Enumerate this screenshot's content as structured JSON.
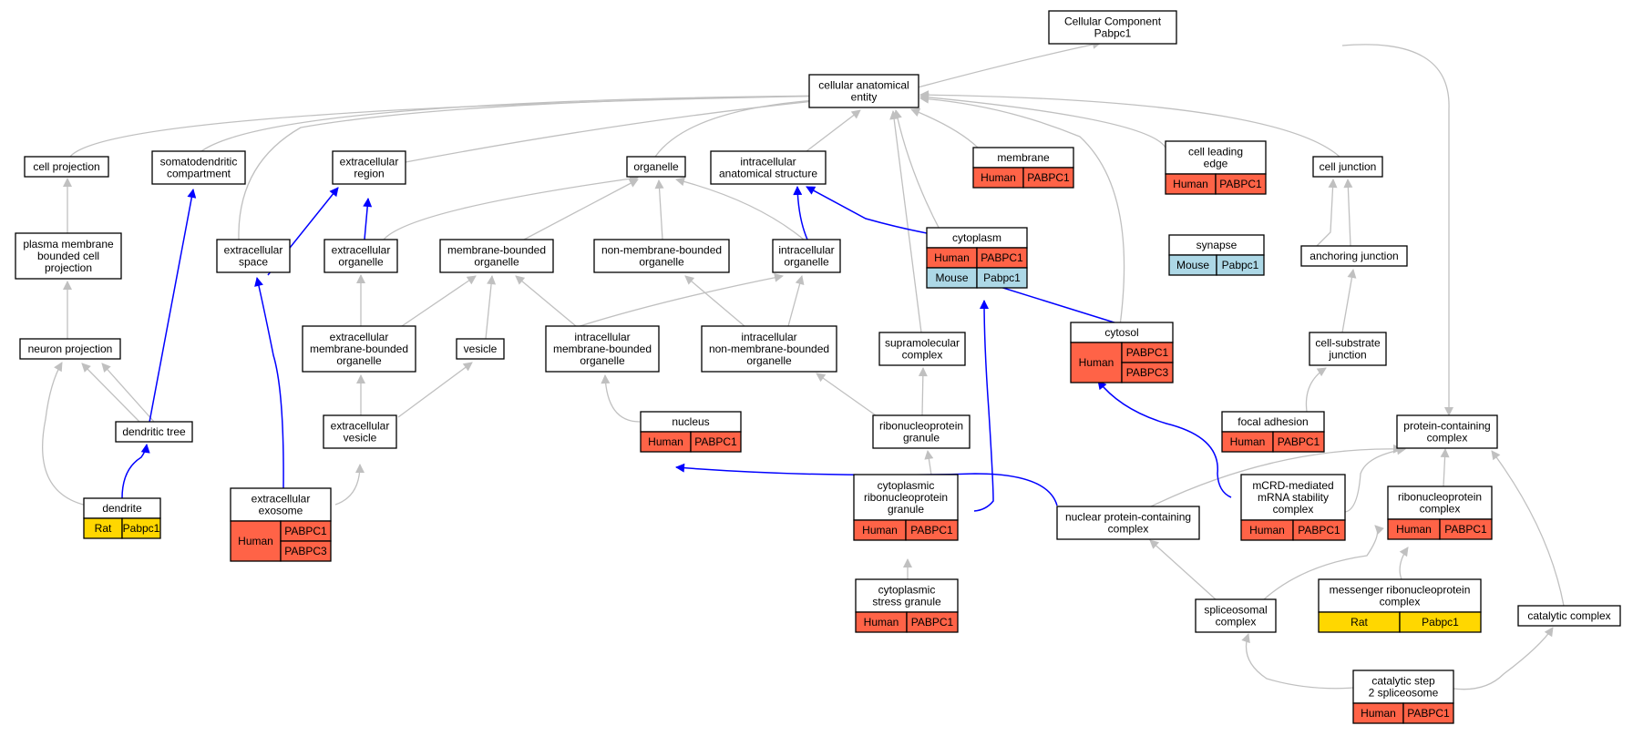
{
  "colors": {
    "human": "#ff6347",
    "rat": "#ffd700",
    "mouse": "#add8e6",
    "edge_isa": "#c0c0c0",
    "edge_partof": "#0000ff"
  },
  "nodes": [
    {
      "id": "cc",
      "lines": [
        "Cellular Component",
        "Pabpc1"
      ]
    },
    {
      "id": "cae",
      "lines": [
        "cellular anatomical",
        "entity"
      ]
    },
    {
      "id": "cellproj",
      "lines": [
        "cell projection"
      ]
    },
    {
      "id": "somato",
      "lines": [
        "somatodendritic",
        "compartment"
      ]
    },
    {
      "id": "extreg",
      "lines": [
        "extracellular",
        "region"
      ]
    },
    {
      "id": "organelle",
      "lines": [
        "organelle"
      ]
    },
    {
      "id": "ias",
      "lines": [
        "intracellular",
        "anatomical structure"
      ]
    },
    {
      "id": "membrane",
      "lines": [
        "membrane"
      ],
      "ann": [
        [
          "Human",
          "PABPC1"
        ]
      ]
    },
    {
      "id": "cle",
      "lines": [
        "cell leading",
        "edge"
      ],
      "ann": [
        [
          "Human",
          "PABPC1"
        ]
      ]
    },
    {
      "id": "celljunc",
      "lines": [
        "cell junction"
      ]
    },
    {
      "id": "pmbcp",
      "lines": [
        "plasma membrane",
        "bounded cell",
        "projection"
      ]
    },
    {
      "id": "extspace",
      "lines": [
        "extracellular",
        "space"
      ]
    },
    {
      "id": "extorg",
      "lines": [
        "extracellular",
        "organelle"
      ]
    },
    {
      "id": "mbo",
      "lines": [
        "membrane-bounded",
        "organelle"
      ]
    },
    {
      "id": "nmbo",
      "lines": [
        "non-membrane-bounded",
        "organelle"
      ]
    },
    {
      "id": "intorg",
      "lines": [
        "intracellular",
        "organelle"
      ]
    },
    {
      "id": "cytoplasm",
      "lines": [
        "cytoplasm"
      ],
      "ann": [
        [
          "Human",
          "PABPC1"
        ],
        [
          "Mouse",
          "Pabpc1"
        ]
      ]
    },
    {
      "id": "synapse",
      "lines": [
        "synapse"
      ],
      "ann": [
        [
          "Mouse",
          "Pabpc1"
        ]
      ]
    },
    {
      "id": "anchjunc",
      "lines": [
        "anchoring junction"
      ]
    },
    {
      "id": "neuronproj",
      "lines": [
        "neuron projection"
      ]
    },
    {
      "id": "embo",
      "lines": [
        "extracellular",
        "membrane-bounded",
        "organelle"
      ]
    },
    {
      "id": "vesicle",
      "lines": [
        "vesicle"
      ]
    },
    {
      "id": "imbo",
      "lines": [
        "intracellular",
        "membrane-bounded",
        "organelle"
      ]
    },
    {
      "id": "inmbo",
      "lines": [
        "intracellular",
        "non-membrane-bounded",
        "organelle"
      ]
    },
    {
      "id": "supramol",
      "lines": [
        "supramolecular",
        "complex"
      ]
    },
    {
      "id": "cytosol",
      "lines": [
        "cytosol"
      ],
      "ann": [
        [
          "Human",
          "PABPC1",
          "PABPC3"
        ]
      ]
    },
    {
      "id": "csj",
      "lines": [
        "cell-substrate",
        "junction"
      ]
    },
    {
      "id": "dendtree",
      "lines": [
        "dendritic tree"
      ]
    },
    {
      "id": "extves",
      "lines": [
        "extracellular",
        "vesicle"
      ]
    },
    {
      "id": "nucleus",
      "lines": [
        "nucleus"
      ],
      "ann": [
        [
          "Human",
          "PABPC1"
        ]
      ]
    },
    {
      "id": "rnpg",
      "lines": [
        "ribonucleoprotein",
        "granule"
      ]
    },
    {
      "id": "focadh",
      "lines": [
        "focal adhesion"
      ],
      "ann": [
        [
          "Human",
          "PABPC1"
        ]
      ]
    },
    {
      "id": "pcc",
      "lines": [
        "protein-containing",
        "complex"
      ]
    },
    {
      "id": "dendrite",
      "lines": [
        "dendrite"
      ],
      "ann": [
        [
          "Rat",
          "Pabpc1"
        ]
      ]
    },
    {
      "id": "exosome",
      "lines": [
        "extracellular",
        "exosome"
      ],
      "ann": [
        [
          "Human",
          "PABPC1",
          "PABPC3"
        ]
      ]
    },
    {
      "id": "crnpg",
      "lines": [
        "cytoplasmic",
        "ribonucleoprotein",
        "granule"
      ],
      "ann": [
        [
          "Human",
          "PABPC1"
        ]
      ]
    },
    {
      "id": "npcc",
      "lines": [
        "nuclear protein-containing",
        "complex"
      ]
    },
    {
      "id": "mcrd",
      "lines": [
        "mCRD-mediated",
        "mRNA stability",
        "complex"
      ],
      "ann": [
        [
          "Human",
          "PABPC1"
        ]
      ]
    },
    {
      "id": "rnpc",
      "lines": [
        "ribonucleoprotein",
        "complex"
      ],
      "ann": [
        [
          "Human",
          "PABPC1"
        ]
      ]
    },
    {
      "id": "csg",
      "lines": [
        "cytoplasmic",
        "stress granule"
      ],
      "ann": [
        [
          "Human",
          "PABPC1"
        ]
      ]
    },
    {
      "id": "spliceo",
      "lines": [
        "spliceosomal",
        "complex"
      ]
    },
    {
      "id": "mrnp",
      "lines": [
        "messenger ribonucleoprotein",
        "complex"
      ],
      "ann": [
        [
          "Rat",
          "Pabpc1"
        ]
      ]
    },
    {
      "id": "catcomp",
      "lines": [
        "catalytic complex"
      ]
    },
    {
      "id": "cs2s",
      "lines": [
        "catalytic step",
        "2 spliceosome"
      ],
      "ann": [
        [
          "Human",
          "PABPC1"
        ]
      ]
    }
  ]
}
